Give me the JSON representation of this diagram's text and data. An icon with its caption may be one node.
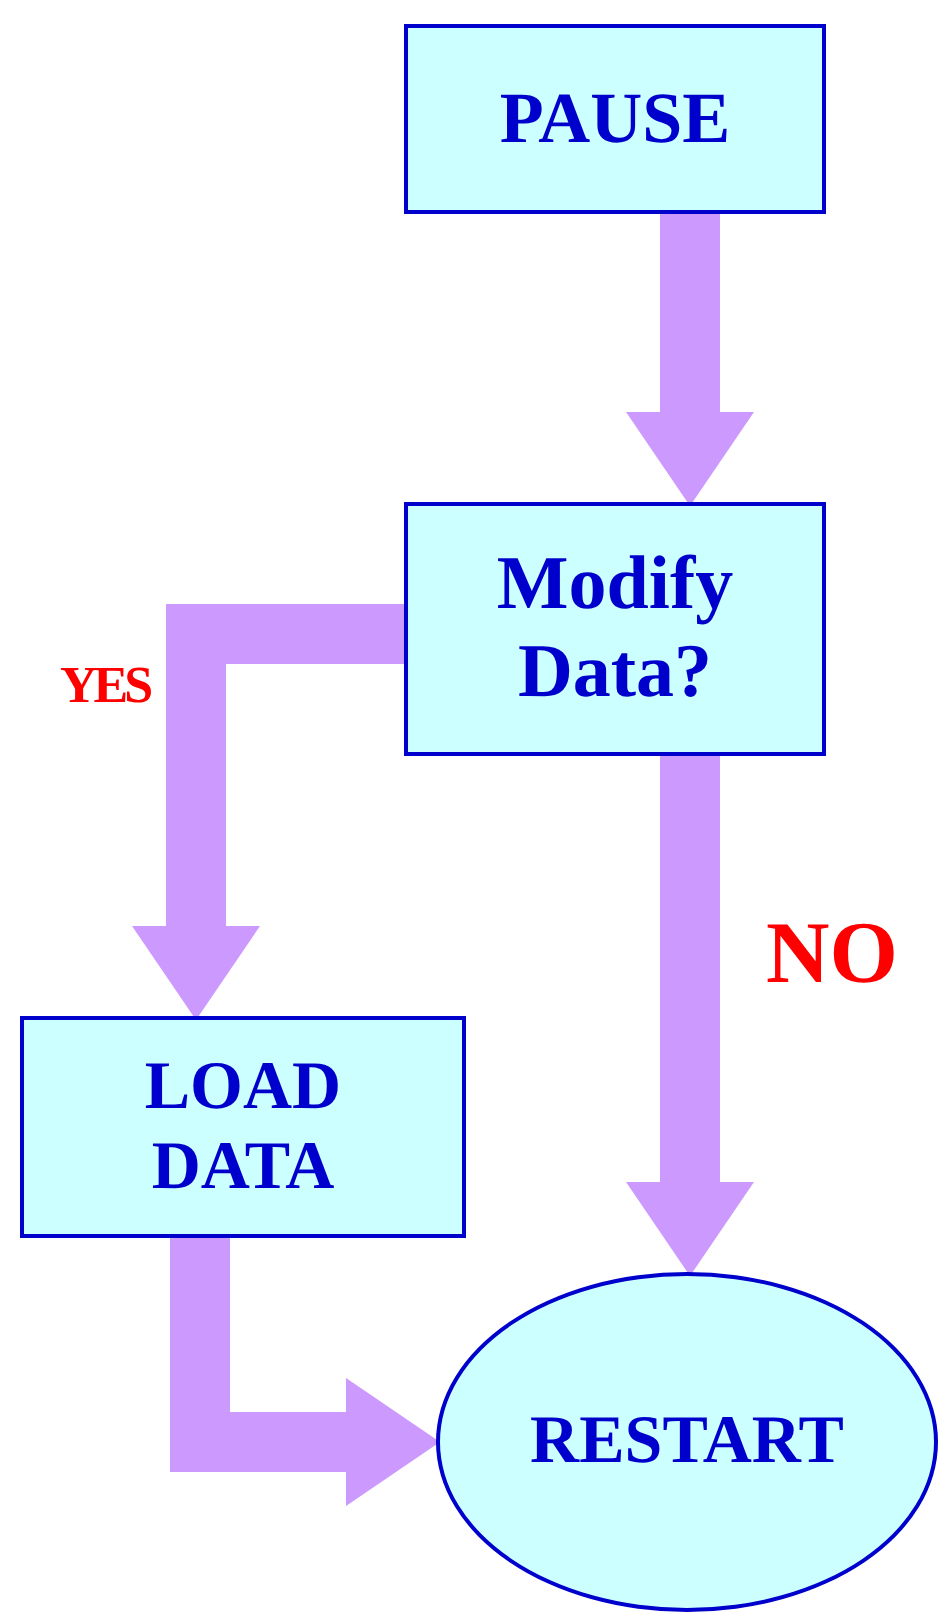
{
  "diagram": {
    "nodes": [
      {
        "text": [
          "PAUSE"
        ]
      },
      {
        "text": [
          "Modify Data?"
        ]
      },
      {
        "text": [
          "LOAD DATA"
        ]
      },
      {
        "text": [
          "RESTART"
        ]
      }
    ],
    "edges": [
      {
        "from": 0,
        "to": 1,
        "arrow": "to"
      },
      {
        "from": 1,
        "to": 2,
        "arrow": "to",
        "label": "YES"
      },
      {
        "from": 1,
        "to": 3,
        "arrow": "to",
        "label": "NO"
      },
      {
        "from": 2,
        "to": 3,
        "arrow": "to"
      }
    ]
  }
}
